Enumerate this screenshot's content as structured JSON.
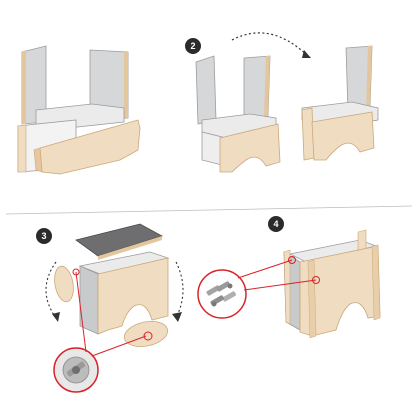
{
  "steps": [
    {
      "number": "2"
    },
    {
      "number": "3"
    },
    {
      "number": "4"
    }
  ],
  "colors": {
    "wood": "#f0dcc0",
    "wood_edge": "#d8b98f",
    "panel_grey": "#cfd0d2",
    "panel_grey_dark": "#a9aaad",
    "lid_dark": "#6e6e70",
    "red_indicator": "#d8232a",
    "badge": "#2b2b2b",
    "divider": "#bdbdbd"
  },
  "icons": [
    "rotate-arrow-icon",
    "wheel-rotate-arrow-icon",
    "connector-bolt-detail-icon",
    "connector-fasteners-detail-icon"
  ]
}
